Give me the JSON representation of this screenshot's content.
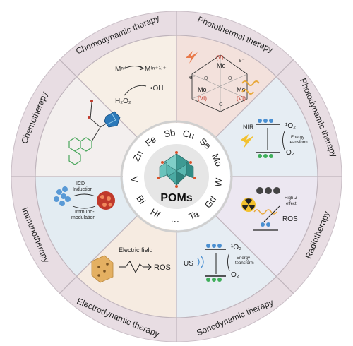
{
  "center": {
    "title": "POMs",
    "elements": [
      "Fe",
      "Sb",
      "Cu",
      "Se",
      "Mo",
      "W",
      "Gd",
      "Ta",
      "…",
      "Hf",
      "Bi",
      "V",
      "Zn"
    ]
  },
  "segments": [
    {
      "key": "photothermal",
      "label": "Photothermal therapy",
      "color": "#f3e1dc"
    },
    {
      "key": "photodynamic",
      "label": "Photodynamic therapy",
      "color": "#e6edf3"
    },
    {
      "key": "radio",
      "label": "Radiotherapy",
      "color": "#ece7f1"
    },
    {
      "key": "sono",
      "label": "Sonodynamic therapy",
      "color": "#e6edf3"
    },
    {
      "key": "electro",
      "label": "Electrodynamic therapy",
      "color": "#f6ebe1"
    },
    {
      "key": "immuno",
      "label": "Immunotherapy",
      "color": "#e3ecf2"
    },
    {
      "key": "chemo",
      "label": "Chemotherapy",
      "color": "#f3efee"
    },
    {
      "key": "chemodynamic",
      "label": "Chemodynamic therapy",
      "color": "#f7efe6"
    }
  ],
  "panels": {
    "chemodynamic": {
      "m_n": "Mⁿ⁺",
      "m_n1": "M⁽ⁿ⁺¹⁾⁺",
      "h2o2": "H₂O₂",
      "oh": "•OH"
    },
    "photothermal": {
      "v1": "(V)",
      "mo_top": "Mo",
      "mo_left": "Mo",
      "mo_right": "Mo",
      "vi_left": "(VI)",
      "vi_right": "(VI)",
      "e1": "e⁻",
      "e2": "e⁻",
      "o": "O"
    },
    "photodynamic": {
      "nir": "NIR",
      "singlet": "¹O₂",
      "energy": "Energy",
      "transform": "teansform",
      "o2": "O₂"
    },
    "radio": {
      "highz": "High-Z",
      "effect": "effect",
      "ros": "ROS"
    },
    "sono": {
      "us": "US",
      "singlet": "¹O₂",
      "energy": "Energy",
      "transform": "teansform",
      "o2": "O₂"
    },
    "electro": {
      "field": "Electric field",
      "ros": "ROS"
    },
    "immuno": {
      "icd": "ICD",
      "induction": "Induction",
      "immuno1": "Immuno-",
      "immuno2": "modulation"
    }
  }
}
